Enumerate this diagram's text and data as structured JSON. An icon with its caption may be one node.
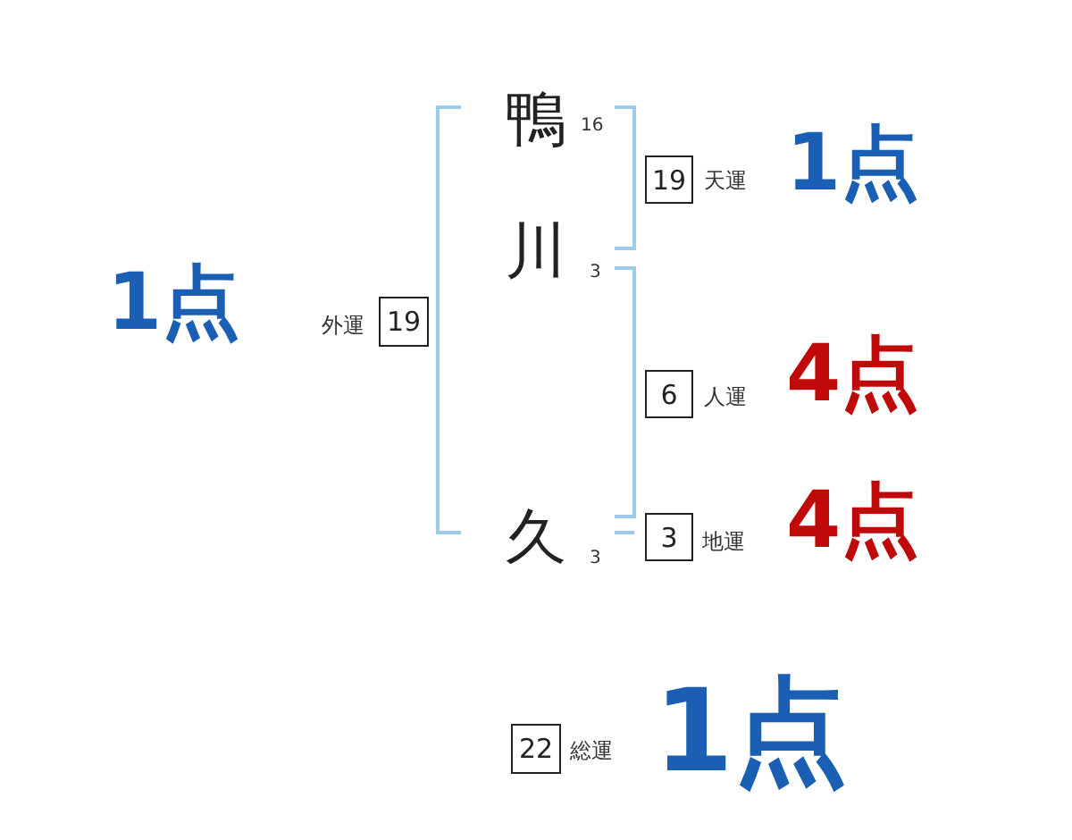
{
  "diagram": {
    "nodes": [
      {
        "text": [
          "19"
        ],
        "beside": [
          "天運",
          "1点"
        ]
      },
      {
        "text": [
          "19"
        ],
        "beside": [
          "外運",
          "1点"
        ]
      },
      {
        "text": [
          "6"
        ],
        "beside": [
          "人運",
          "4点"
        ]
      },
      {
        "text": [
          "3"
        ],
        "beside": [
          "地運",
          "4点"
        ]
      },
      {
        "text": [
          "22"
        ],
        "beside": [
          "総運",
          "1点"
        ]
      }
    ],
    "labels": [
      "鴨",
      "16",
      "川",
      "3",
      "久",
      "3"
    ]
  }
}
